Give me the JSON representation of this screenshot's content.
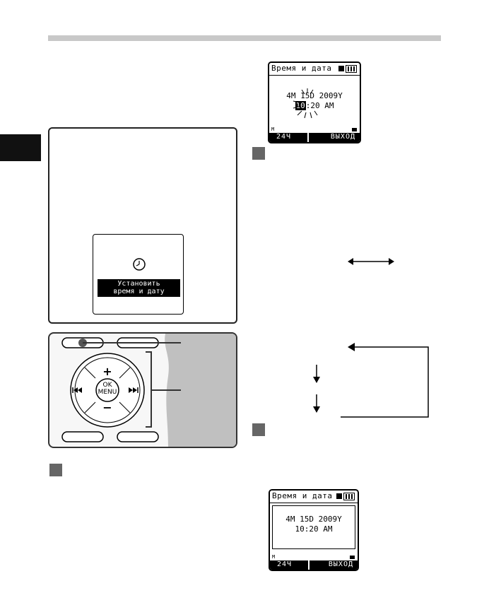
{
  "screen_top": {
    "title": "Время и дата",
    "date_line": "4M 15D 2009Y",
    "time_hour": "10",
    "time_rest": ":20 AM",
    "soft_left": "24Ч",
    "soft_right": "ВЫХОД",
    "indicator": "M"
  },
  "setclock": {
    "line1": "Установить",
    "line2": "время и дату"
  },
  "keypad": {
    "ok": "OK",
    "menu": "MENU",
    "plus": "+",
    "minus": "−"
  },
  "screen_bottom": {
    "title": "Время и дата",
    "date_line": "4M 15D 2009Y",
    "time_line": "10:20 AM",
    "soft_left": "24Ч",
    "soft_right": "ВЫХОД",
    "indicator": "M"
  },
  "colors": {
    "bar": "#c8c8c8",
    "device_panel": "#c0c0c0",
    "step_marker": "#666666"
  }
}
